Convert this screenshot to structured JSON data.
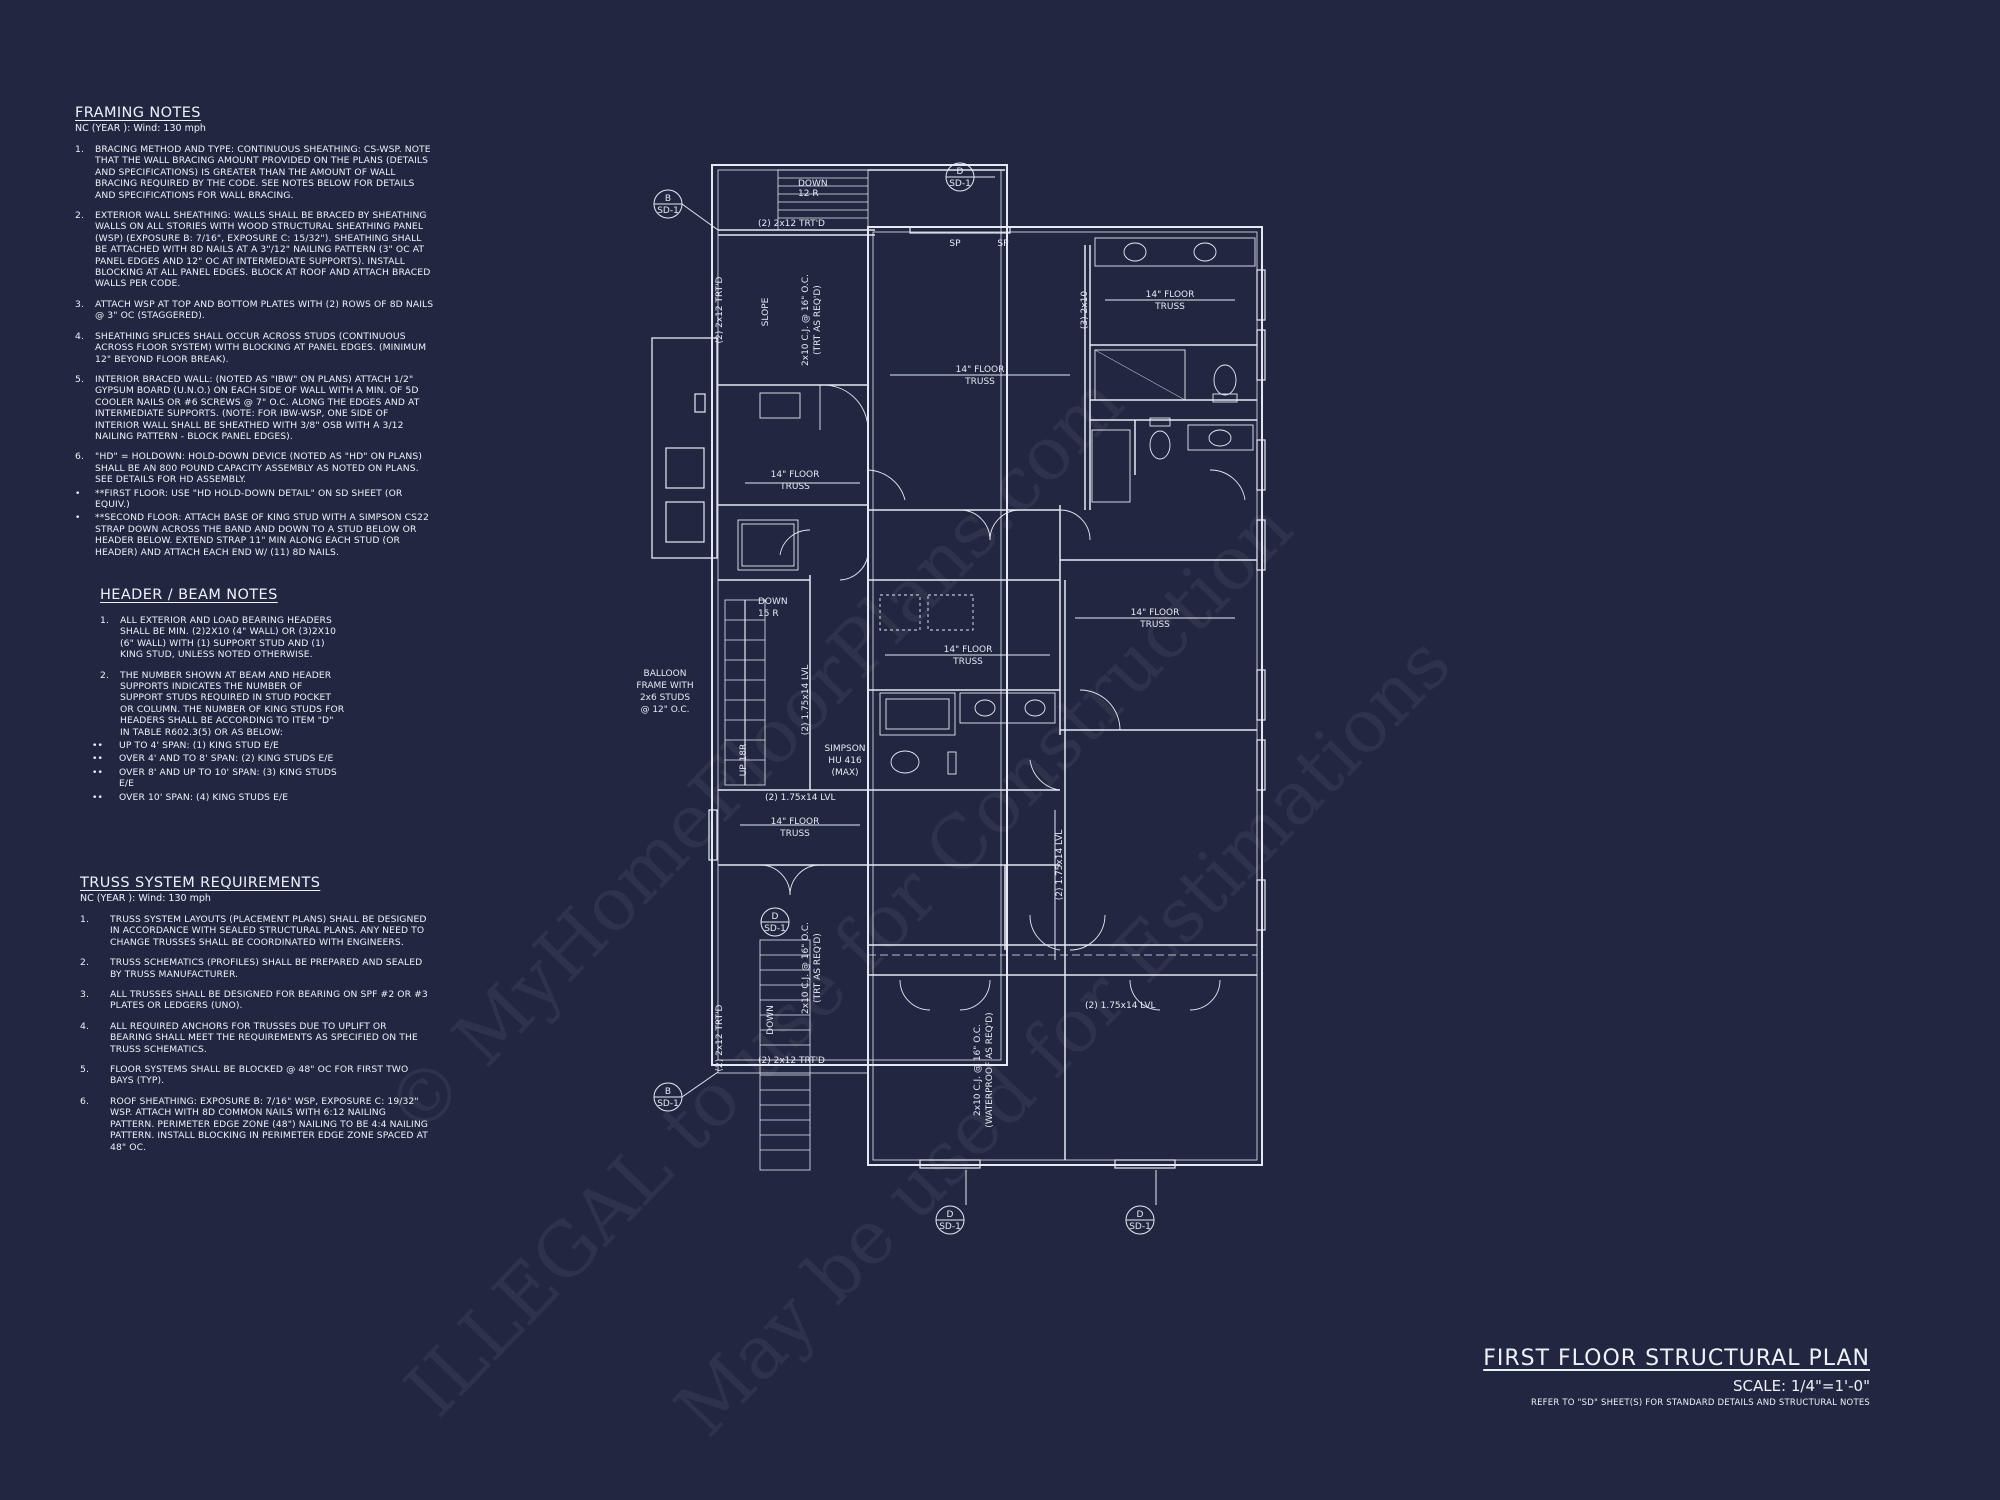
{
  "framing_notes": {
    "title": "FRAMING NOTES",
    "subtitle": "NC (YEAR ): Wind: 130 mph",
    "items": [
      {
        "num": "1.",
        "text": "BRACING METHOD AND TYPE: CONTINUOUS SHEATHING: CS-WSP. NOTE THAT THE WALL BRACING AMOUNT PROVIDED ON THE PLANS (DETAILS AND SPECIFICATIONS) IS GREATER THAN THE AMOUNT OF WALL BRACING REQUIRED BY THE CODE. SEE NOTES BELOW FOR DETAILS AND SPECIFICATIONS FOR WALL BRACING."
      },
      {
        "num": "2.",
        "text": "EXTERIOR WALL SHEATHING: WALLS SHALL BE BRACED BY SHEATHING WALLS ON ALL STORIES WITH WOOD STRUCTURAL SHEATHING PANEL (WSP) (EXPOSURE B: 7/16\", EXPOSURE C: 15/32\"). SHEATHING SHALL BE ATTACHED WITH 8d NAILS AT A 3\"/12\" NAILING PATTERN (3\" OC AT PANEL EDGES AND 12\" OC AT INTERMEDIATE SUPPORTS). INSTALL BLOCKING AT ALL PANEL EDGES. BLOCK AT ROOF AND ATTACH BRACED WALLS PER CODE."
      },
      {
        "num": "3.",
        "text": "ATTACH WSP AT TOP AND BOTTOM PLATES WITH (2) ROWS OF 8d NAILS @ 3\" OC (STAGGERED)."
      },
      {
        "num": "4.",
        "text": "SHEATHING SPLICES SHALL OCCUR ACROSS STUDS (CONTINUOUS ACROSS FLOOR SYSTEM) WITH BLOCKING AT PANEL EDGES. (MINIMUM 12\" BEYOND FLOOR BREAK)."
      },
      {
        "num": "5.",
        "text": "INTERIOR BRACED WALL: (NOTED AS \"IBW\" ON PLANS) ATTACH 1/2\" GYPSUM BOARD (U.N.O.) ON EACH SIDE OF WALL WITH A MIN. OF 5d COOLER NAILS OR #6 SCREWS @ 7\" O.C. ALONG THE EDGES AND AT INTERMEDIATE SUPPORTS. (NOTE: FOR IBW-WSP, ONE SIDE OF INTERIOR WALL SHALL BE SHEATHED WITH 3/8\" OSB WITH A 3/12 NAILING PATTERN - BLOCK PANEL EDGES)."
      },
      {
        "num": "6.",
        "text": "\"HD\" = HOLDOWN: HOLD-DOWN DEVICE (NOTED AS \"HD\" ON PLANS) SHALL BE AN 800 POUND CAPACITY ASSEMBLY AS NOTED ON PLANS. SEE DETAILS FOR HD ASSEMBLY."
      },
      {
        "num": "•",
        "text": "**FIRST FLOOR: USE \"HD HOLD-DOWN DETAIL\" ON SD SHEET (OR EQUIV.)"
      },
      {
        "num": "•",
        "text": "**SECOND FLOOR: ATTACH BASE OF KING STUD WITH A SIMPSON CS22 STRAP DOWN ACROSS THE BAND AND DOWN TO A STUD BELOW OR HEADER BELOW. EXTEND STRAP 11\" MIN ALONG EACH STUD (OR HEADER) AND ATTACH EACH END W/ (11) 8d NAILS."
      }
    ]
  },
  "header_notes": {
    "title": "HEADER / BEAM NOTES",
    "items": [
      {
        "num": "1.",
        "text": "ALL EXTERIOR AND LOAD BEARING HEADERS SHALL BE MIN. (2)2x10 (4\" WALL) OR (3)2x10 (6\" WALL) WITH (1) SUPPORT STUD AND (1) KING STUD, UNLESS NOTED OTHERWISE."
      },
      {
        "num": "2.",
        "text": "THE NUMBER SHOWN AT BEAM AND HEADER SUPPORTS INDICATES THE NUMBER OF SUPPORT STUDS REQUIRED IN STUD POCKET OR COLUMN. THE NUMBER OF KING STUDS FOR HEADERS SHALL BE ACCORDING TO ITEM \"d\" IN TABLE R602.3(5) OR AS BELOW:"
      }
    ],
    "bullets": [
      {
        "num": "••",
        "text": "UP TO 4' SPAN: (1) KING STUD E/E"
      },
      {
        "num": "••",
        "text": "OVER 4' AND TO 8' SPAN: (2) KING STUDS E/E"
      },
      {
        "num": "••",
        "text": "OVER 8' AND UP TO 10' SPAN: (3) KING STUDS E/E"
      },
      {
        "num": "••",
        "text": "OVER 10' SPAN: (4) KING STUDS E/E"
      }
    ]
  },
  "truss_notes": {
    "title": "TRUSS SYSTEM REQUIREMENTS",
    "subtitle": "NC (YEAR ): Wind: 130 mph",
    "items": [
      {
        "num": "1.",
        "text": "TRUSS SYSTEM LAYOUTS (PLACEMENT PLANS) SHALL BE DESIGNED IN ACCORDANCE WITH SEALED STRUCTURAL PLANS. ANY NEED TO CHANGE TRUSSES SHALL BE COORDINATED WITH ENGINEERS."
      },
      {
        "num": "2.",
        "text": "TRUSS SCHEMATICS (PROFILES) SHALL BE PREPARED AND SEALED BY TRUSS MANUFACTURER."
      },
      {
        "num": "3.",
        "text": "ALL TRUSSES SHALL BE DESIGNED FOR BEARING ON SPF #2 OR #3 PLATES OR LEDGERS (UNO)."
      },
      {
        "num": "4.",
        "text": "ALL REQUIRED ANCHORS FOR TRUSSES DUE TO UPLIFT OR BEARING SHALL MEET THE REQUIREMENTS AS SPECIFIED ON THE TRUSS SCHEMATICS."
      },
      {
        "num": "5.",
        "text": "FLOOR SYSTEMS SHALL BE BLOCKED @ 48\" OC FOR FIRST TWO BAYS (TYP)."
      },
      {
        "num": "6.",
        "text": "ROOF SHEATHING: EXPOSURE B: 7/16\" WSP, EXPOSURE C: 19/32\" WSP. ATTACH WITH 8d COMMON NAILS WITH 6:12 NAILING PATTERN. PERIMETER EDGE ZONE (48\") NAILING TO BE 4:4 NAILING PATTERN. INSTALL BLOCKING IN PERIMETER EDGE ZONE SPACED AT 48\" OC."
      }
    ]
  },
  "title_block": {
    "title": "FIRST FLOOR STRUCTURAL PLAN",
    "scale": "SCALE: 1/4\"=1'-0\"",
    "reference": "REFER TO \"SD\" SHEET(S) FOR STANDARD DETAILS AND STRUCTURAL NOTES"
  },
  "plan_labels": {
    "truss": "14\" FLOOR TRUSS",
    "truss_line1": "14\" FLOOR",
    "truss_line2": "TRUSS",
    "lvl": "(2) 1.75x14 LVL",
    "lvl_short": "(2) 1.75x14 LVL",
    "trtd": "(2) 2x12 TRT'D",
    "cj": "2x10 C.J. @ 16\" O.C.",
    "cj_note": "(TRT AS REQ'D)",
    "cj_wp": "(WATERPROOF AS REQ'D)",
    "two_2x10": "(3) 2x10",
    "slope": "SLOPE",
    "down": "DOWN",
    "down_12r": "12 R",
    "down_15r": "15 R",
    "up": "UP 18R",
    "balloon": "BALLOON FRAME WITH 2x6 STUDS @ 12\" O.C.",
    "balloon_l1": "BALLOON",
    "balloon_l2": "FRAME WITH",
    "balloon_l3": "2x6 STUDS",
    "balloon_l4": "@ 12\" O.C.",
    "simpson_l1": "SIMPSON",
    "simpson_l2": "HU 416",
    "simpson_l3": "(MAX)",
    "sp": "SP",
    "sd1": "SD-1",
    "b": "B",
    "d": "D"
  },
  "watermark": {
    "line1": "© MyHomeFloorPlans.com",
    "line2": "ILLEGAL to use for Construction",
    "line3": "May be used for Estimations"
  },
  "colors": {
    "background": "#212740",
    "linework": "#e6e9f4"
  }
}
